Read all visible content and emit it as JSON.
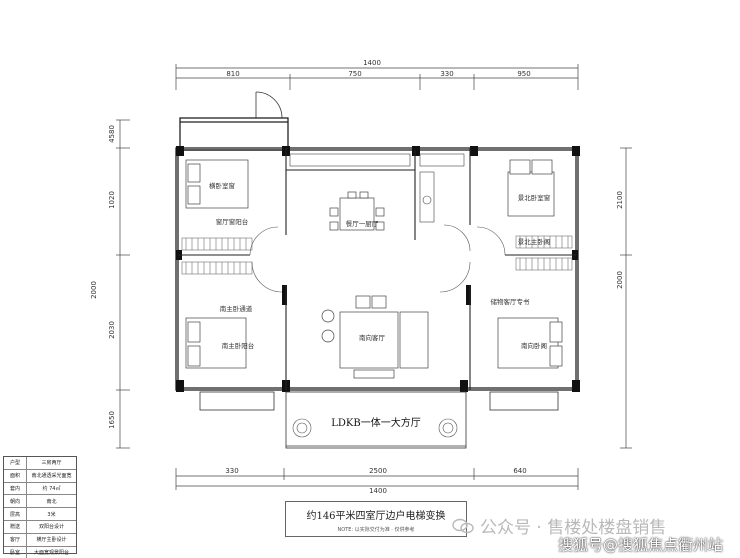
{
  "dims": {
    "top_total": "1400",
    "top_segments": [
      "810",
      "750",
      "330",
      "950"
    ],
    "bottom_segments": [
      "330",
      "2500",
      "640"
    ],
    "bottom_total": "1400",
    "left": [
      "4580",
      "1020",
      "2000",
      "2030",
      "1650"
    ],
    "right": [
      "2100",
      "2000"
    ]
  },
  "rooms": {
    "nw_bedroom_top": "横卧室窗",
    "nw_bedroom_bottom": "窗厅窗阳台",
    "dining": "餐厅一厨厅",
    "ne_bedroom_top": "景北卧室窗",
    "ne_bedroom_bottom": "景北主卧阁",
    "sw_corridor": "南主卧通道",
    "sw_bedroom": "南主卧阳台",
    "living": "南向客厅",
    "se_corridor": "储物客厅专书",
    "se_bedroom": "南向卧阁",
    "balcony": "LDKB一体一大方厅"
  },
  "legend": [
    {
      "key": "户型",
      "value": "三房两厅"
    },
    {
      "key": "面积",
      "value": "南北通透采光面宽"
    },
    {
      "key": "套内",
      "value": "约 74㎡"
    },
    {
      "key": "朝向",
      "value": "南北"
    },
    {
      "key": "层高",
      "value": "3米"
    },
    {
      "key": "赠送",
      "value": "双阳台设计"
    },
    {
      "key": "客厅",
      "value": "横厅主卧设计"
    },
    {
      "key": "卧室",
      "value": "大面宽观景阳台"
    }
  ],
  "title": {
    "main": "约146平米四室厅边户电梯变换",
    "sub": "NOTE: 以实际交付为准 · 仅供参考"
  },
  "watermark": {
    "text1": "公众号 · 售楼处楼盘销售",
    "text2": "搜狐号@搜狐焦点衢州站"
  }
}
